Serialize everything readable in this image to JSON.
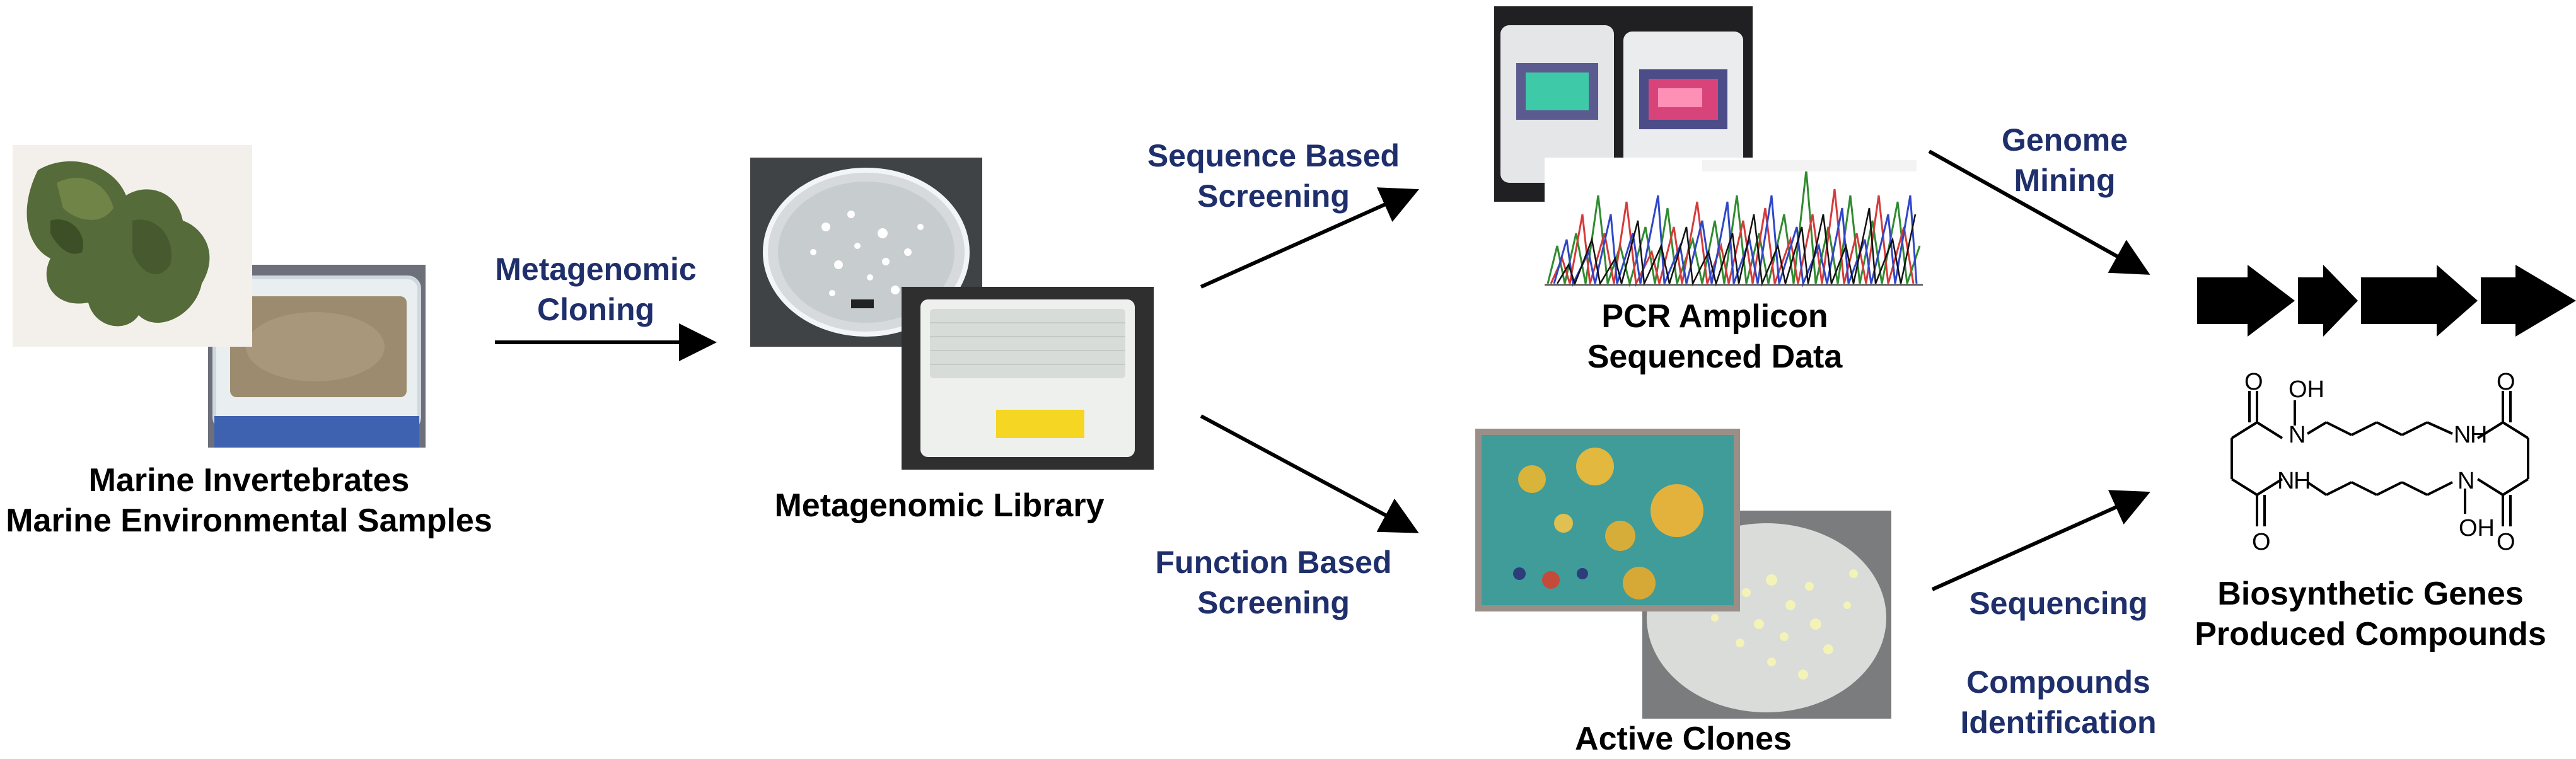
{
  "stages": {
    "samples": {
      "line1": "Marine Invertebrates",
      "line2": "Marine Environmental Samples"
    },
    "library": {
      "label": "Metagenomic Library"
    },
    "sequenced": {
      "line1": "PCR Amplicon",
      "line2": "Sequenced Data"
    },
    "clones": {
      "label": "Active Clones"
    },
    "output": {
      "line1": "Biosynthetic Genes",
      "line2": "Produced Compounds"
    }
  },
  "steps": {
    "cloning": {
      "line1": "Metagenomic",
      "line2": "Cloning"
    },
    "sequence_screening": {
      "line1": "Sequence Based",
      "line2": "Screening"
    },
    "function_screening": {
      "line1": "Function Based",
      "line2": "Screening"
    },
    "genome_mining": {
      "line1": "Genome",
      "line2": "Mining"
    },
    "sequencing": {
      "label": "Sequencing"
    },
    "compounds_id": {
      "line1": "Compounds",
      "line2": "Identification"
    }
  },
  "structure_atoms": {
    "o": "O",
    "oh": "OH",
    "n": "N",
    "nh": "NH",
    "h": "H"
  },
  "colors": {
    "step_text": "#1f2f6b",
    "caption_text": "#000000",
    "arrow": "#000000"
  }
}
